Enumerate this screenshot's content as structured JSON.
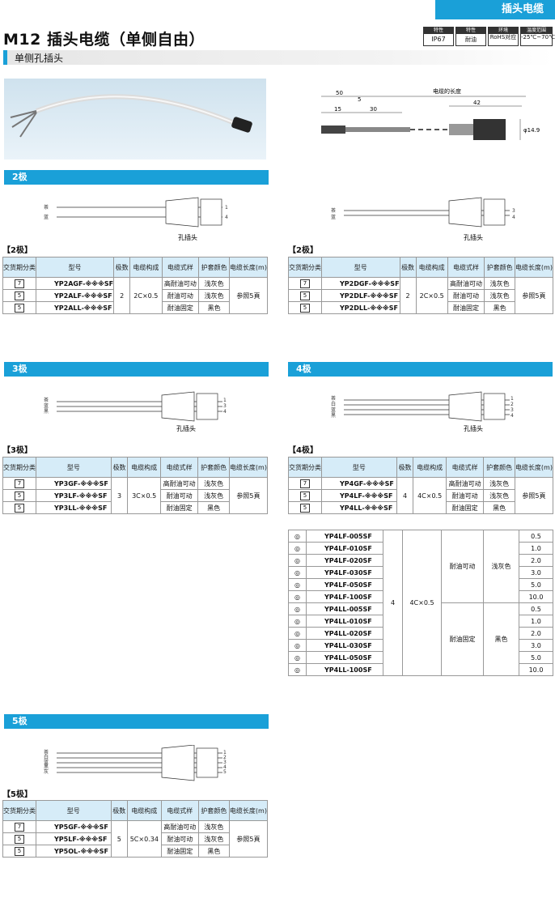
{
  "category_tab": "插头电缆",
  "title": "M12 插头电缆（单侧自由）",
  "specs": [
    {
      "head": "特性",
      "val": "IP67"
    },
    {
      "head": "特性",
      "val": "耐油"
    },
    {
      "head": "环境",
      "val": "RoHS对应"
    },
    {
      "head": "温度范围",
      "val": "-25℃~70℃"
    }
  ],
  "subtitle": "单侧孔插头",
  "dimension": {
    "cable_length": "电缆的长度",
    "d50": "50",
    "d5": "5",
    "d15": "15",
    "d30": "30",
    "d42": "42",
    "dia": "φ14.9"
  },
  "plug_label": "孔插头",
  "wire_colors": {
    "w2": [
      "茶",
      "蓝"
    ],
    "w3": [
      "茶",
      "蓝",
      "黑"
    ],
    "w4": [
      "茶",
      "白",
      "蓝",
      "黑"
    ],
    "w5": [
      "茶",
      "白",
      "蓝",
      "黑",
      "灰"
    ]
  },
  "pin_numbers": {
    "p2a": [
      "1",
      "4"
    ],
    "p2b": [
      "3",
      "4"
    ],
    "p3": [
      "1",
      "3",
      "4"
    ],
    "p4": [
      "1",
      "2",
      "3",
      "4"
    ],
    "p5": [
      "1",
      "2",
      "3",
      "4",
      "5"
    ]
  },
  "headers": [
    "交货期分类",
    "型号",
    "极数",
    "电缆构成",
    "电缆式样",
    "护套颜色",
    "电缆长度(m)"
  ],
  "sections": {
    "s2": {
      "bar": "2极",
      "caption_l": "【2极】",
      "caption_r": "【2极】"
    },
    "s3": {
      "bar": "3极",
      "caption": "【3极】"
    },
    "s4": {
      "bar": "4极",
      "caption": "【4极】"
    },
    "s5": {
      "bar": "5极",
      "caption": "【5极】"
    }
  },
  "see_page": "参照5頁",
  "tables": {
    "t2a": {
      "poles": "2",
      "comp": "2C×0.5",
      "rows": [
        {
          "code": "7",
          "model": "YP2AGF-※※※SF",
          "style": "高耐油可动",
          "color": "浅灰色"
        },
        {
          "code": "5",
          "model": "YP2ALF-※※※SF",
          "style": "耐油可动",
          "color": "浅灰色"
        },
        {
          "code": "5",
          "model": "YP2ALL-※※※SF",
          "style": "耐油固定",
          "color": "黑色"
        }
      ]
    },
    "t2b": {
      "poles": "2",
      "comp": "2C×0.5",
      "rows": [
        {
          "code": "7",
          "model": "YP2DGF-※※※SF",
          "style": "高耐油可动",
          "color": "浅灰色"
        },
        {
          "code": "5",
          "model": "YP2DLF-※※※SF",
          "style": "耐油可动",
          "color": "浅灰色"
        },
        {
          "code": "5",
          "model": "YP2DLL-※※※SF",
          "style": "耐油固定",
          "color": "黑色"
        }
      ]
    },
    "t3": {
      "poles": "3",
      "comp": "3C×0.5",
      "rows": [
        {
          "code": "7",
          "model": "YP3GF-※※※SF",
          "style": "高耐油可动",
          "color": "浅灰色"
        },
        {
          "code": "5",
          "model": "YP3LF-※※※SF",
          "style": "耐油可动",
          "color": "浅灰色"
        },
        {
          "code": "5",
          "model": "YP3LL-※※※SF",
          "style": "耐油固定",
          "color": "黑色"
        }
      ]
    },
    "t4": {
      "poles": "4",
      "comp": "4C×0.5",
      "rows": [
        {
          "code": "7",
          "model": "YP4GF-※※※SF",
          "style": "高耐油可动",
          "color": "浅灰色"
        },
        {
          "code": "5",
          "model": "YP4LF-※※※SF",
          "style": "耐油可动",
          "color": "浅灰色"
        },
        {
          "code": "5",
          "model": "YP4LL-※※※SF",
          "style": "耐油固定",
          "color": "黑色"
        }
      ]
    },
    "t5": {
      "poles": "5",
      "comp": "5C×0.34",
      "rows": [
        {
          "code": "7",
          "model": "YP5GF-※※※SF",
          "style": "高耐油可动",
          "color": "浅灰色"
        },
        {
          "code": "5",
          "model": "YP5LF-※※※SF",
          "style": "耐油可动",
          "color": "浅灰色"
        },
        {
          "code": "5",
          "model": "YP5OL-※※※SF",
          "style": "耐油固定",
          "color": "黑色"
        }
      ]
    }
  },
  "t4len": {
    "symbol": "◎",
    "poles": "4",
    "comp": "4C×0.5",
    "style_a": "耐油可动",
    "color_a": "浅灰色",
    "style_b": "耐油固定",
    "color_b": "黑色",
    "rows": [
      {
        "model": "YP4LF-005SF",
        "len": "0.5"
      },
      {
        "model": "YP4LF-010SF",
        "len": "1.0"
      },
      {
        "model": "YP4LF-020SF",
        "len": "2.0"
      },
      {
        "model": "YP4LF-030SF",
        "len": "3.0"
      },
      {
        "model": "YP4LF-050SF",
        "len": "5.0"
      },
      {
        "model": "YP4LF-100SF",
        "len": "10.0"
      },
      {
        "model": "YP4LL-005SF",
        "len": "0.5"
      },
      {
        "model": "YP4LL-010SF",
        "len": "1.0"
      },
      {
        "model": "YP4LL-020SF",
        "len": "2.0"
      },
      {
        "model": "YP4LL-030SF",
        "len": "3.0"
      },
      {
        "model": "YP4LL-050SF",
        "len": "5.0"
      },
      {
        "model": "YP4LL-100SF",
        "len": "10.0"
      }
    ]
  }
}
